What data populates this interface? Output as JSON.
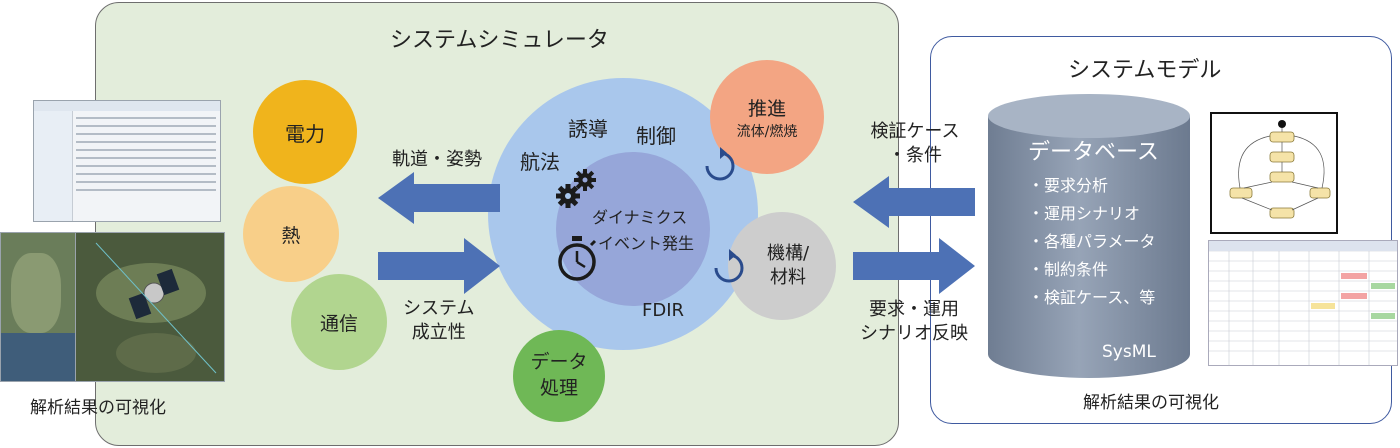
{
  "simulator": {
    "title": "システムシミュレータ",
    "power": "電力",
    "thermal": "熱",
    "comm": "通信",
    "data_proc": "データ\n処理",
    "propulsion": "推進",
    "propulsion_sub": "流体/燃焼",
    "mechanism": "機構/\n材料",
    "guidance": "誘導",
    "control": "制御",
    "navigation": "航法",
    "dynamics": "ダイナミクス",
    "event": "イベント発生",
    "fdir": "FDIR",
    "orbit_attitude": "軌道・姿勢",
    "system_feasibility": "システム\n成立性"
  },
  "model": {
    "title": "システムモデル",
    "db_title": "データベース",
    "db_items": [
      "・要求分析",
      "・運用シナリオ",
      "・各種パラメータ",
      "・制約条件",
      "・検証ケース、等"
    ],
    "sysml": "SysML",
    "verify_cases": "検証ケース\n・条件",
    "req_ops": "要求・運用\nシナリオ反映"
  },
  "visualization_left": "解析結果の可視化",
  "visualization_right": "解析結果の可視化",
  "colors": {
    "sim_bg": "#e3eddb",
    "power": "#f0b41c",
    "thermal": "#f8cf89",
    "comm": "#b1d58f",
    "data": "#6fb856",
    "propulsion": "#f3a583",
    "mechanism": "#cdcdcd",
    "gnc": "#a9c7ec",
    "dynamics": "#96a6d9",
    "arrow": "#4d71b5",
    "db": "#8593a7"
  },
  "icons": [
    "gear-icon",
    "stopwatch-icon",
    "rotation-arrow-icon",
    "satellite-icon"
  ]
}
